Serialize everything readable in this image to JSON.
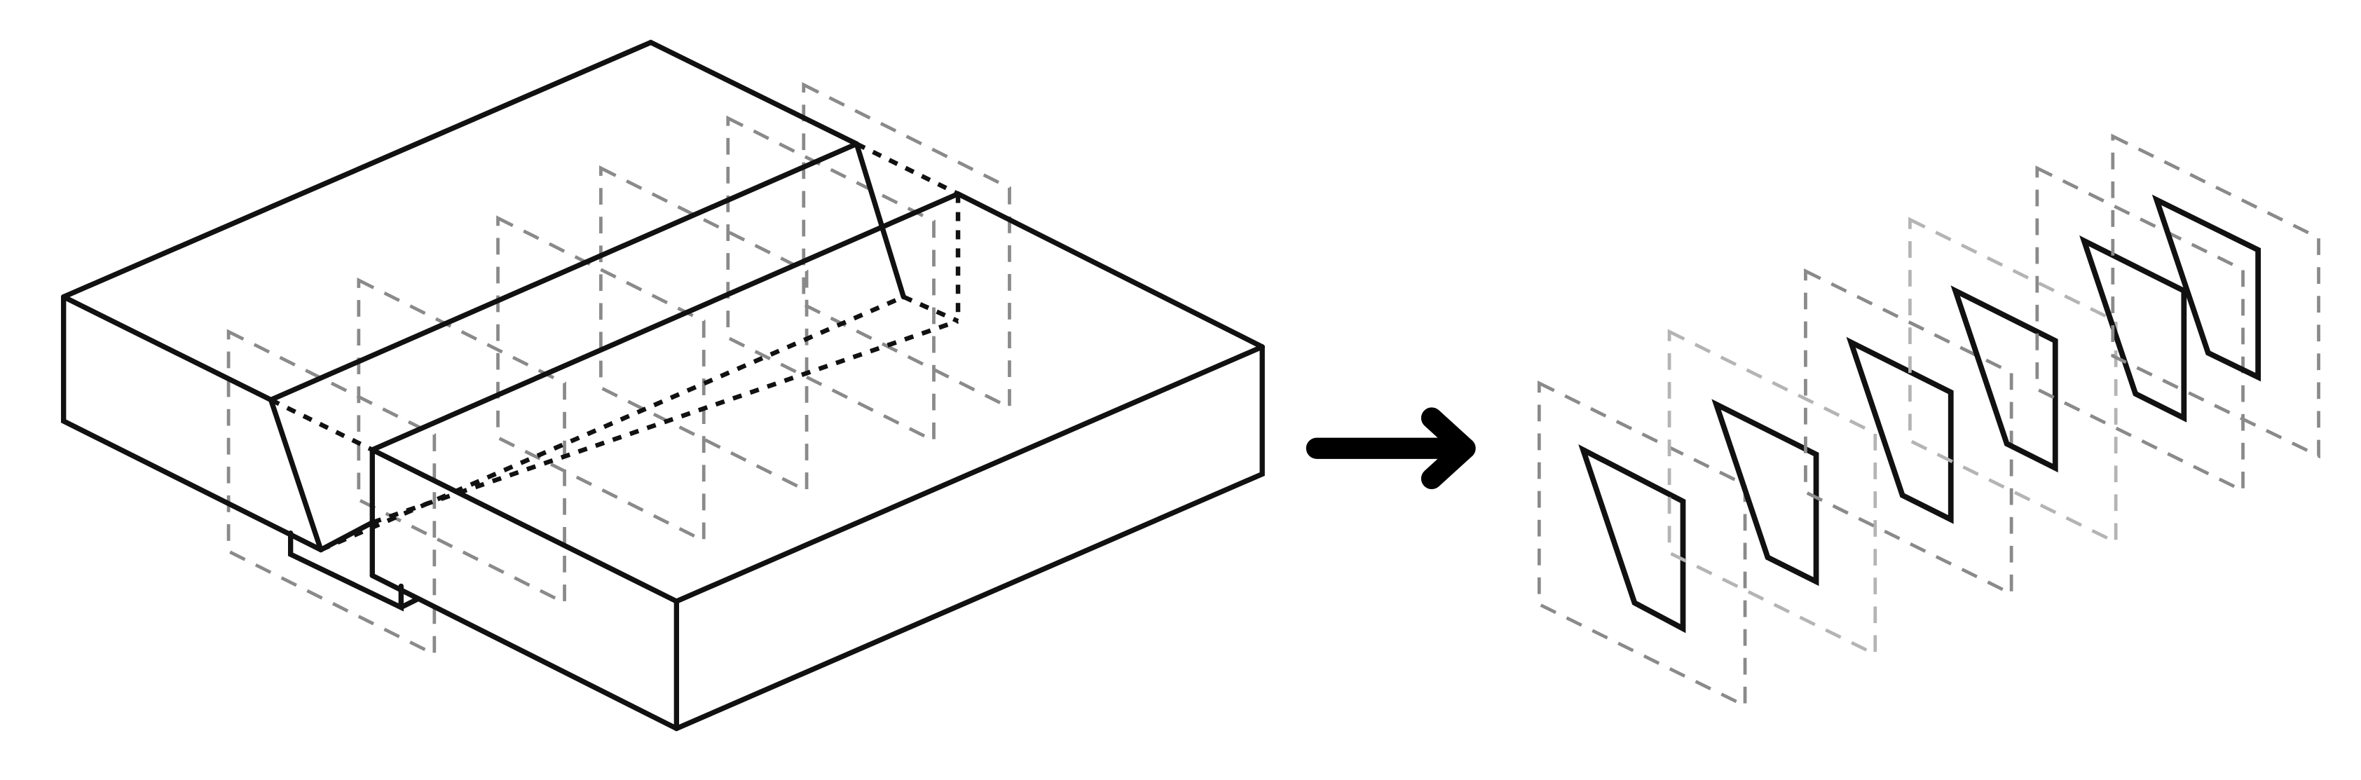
{
  "figure": {
    "left_view": "solid-block-with-dovetail-groove-and-section-planes",
    "right_view": "exploded-cross-section-slices",
    "section_plane_count": 6,
    "icon": "right-arrow-icon",
    "colors": {
      "outline": "#111111",
      "section_plane": "#8a8a8a",
      "section_plane_light": "#b4b4b4",
      "background": "#ffffff"
    }
  }
}
